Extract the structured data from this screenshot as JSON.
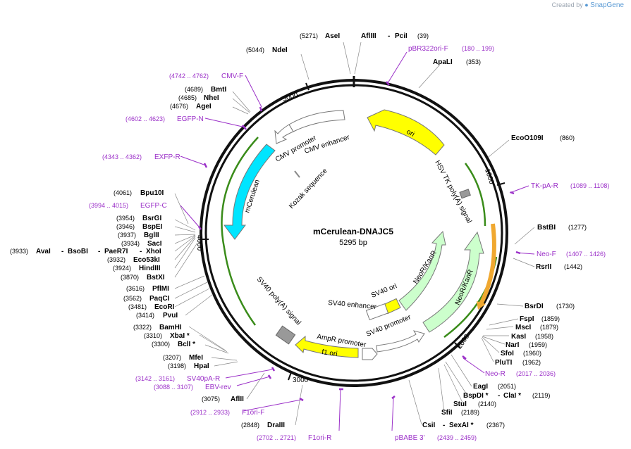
{
  "brand": {
    "created_by": "Created by",
    "logo": "҆",
    "name": "SnapGene"
  },
  "plasmid": {
    "name": "mCerulean-DNAJC5",
    "length": "5295 bp"
  },
  "ticks": {
    "t1000": "1000",
    "t2000": "2000",
    "t3000": "3000",
    "t4000": "4000",
    "t5000": "5000"
  },
  "sites": {
    "asei": {
      "pos": "(5271)",
      "name": "AseI"
    },
    "afliii": {
      "name": "AflIII",
      "sep": "-",
      "name2": "PciI",
      "pos": "(39)"
    },
    "ndei": {
      "pos": "(5044)",
      "name": "NdeI"
    },
    "apali": {
      "name": "ApaLI",
      "pos": "(353)"
    },
    "bmti": {
      "pos": "(4689)",
      "name": "BmtI"
    },
    "nhei": {
      "pos": "(4685)",
      "name": "NheI"
    },
    "agei": {
      "pos": "(4676)",
      "name": "AgeI"
    },
    "eco109": {
      "name": "EcoO109I",
      "pos": "(860)"
    },
    "bpu10i": {
      "pos": "(4061)",
      "name": "Bpu10I"
    },
    "bsrgi": {
      "pos": "(3954)",
      "name": "BsrGI"
    },
    "bspei": {
      "pos": "(3946)",
      "name": "BspEI"
    },
    "bglii": {
      "pos": "(3937)",
      "name": "BglII"
    },
    "saci": {
      "pos": "(3934)",
      "name": "SacI"
    },
    "avai": {
      "pos": "(3933)",
      "name": "AvaI",
      "s1": "-",
      "name2": "BsoBI",
      "s2": "-",
      "name3": "PaeR7I",
      "s3": "-",
      "name4": "XhoI"
    },
    "eco53": {
      "pos": "(3932)",
      "name": "Eco53kI"
    },
    "hindiii": {
      "pos": "(3924)",
      "name": "HindIII"
    },
    "bstxi": {
      "pos": "(3870)",
      "name": "BstXI"
    },
    "bstbi": {
      "name": "BstBI",
      "pos": "(1277)"
    },
    "rsrii": {
      "name": "RsrII",
      "pos": "(1442)"
    },
    "pflmi": {
      "pos": "(3616)",
      "name": "PflMI"
    },
    "paqci": {
      "pos": "(3562)",
      "name": "PaqCI"
    },
    "ecori": {
      "pos": "(3481)",
      "name": "EcoRI"
    },
    "pvui": {
      "pos": "(3414)",
      "name": "PvuI"
    },
    "bsrdi": {
      "name": "BsrDI",
      "pos": "(1730)"
    },
    "fspi": {
      "name": "FspI",
      "pos": "(1859)"
    },
    "msci": {
      "name": "MscI",
      "pos": "(1879)"
    },
    "kasi": {
      "name": "KasI",
      "pos": "(1958)"
    },
    "nari": {
      "name": "NarI",
      "pos": "(1959)"
    },
    "sfoi": {
      "name": "SfoI",
      "pos": "(1960)"
    },
    "pluti": {
      "name": "PluTI",
      "pos": "(1962)"
    },
    "bamhi": {
      "pos": "(3322)",
      "name": "BamHI"
    },
    "xbai": {
      "pos": "(3310)",
      "name": "XbaI *"
    },
    "bcli": {
      "pos": "(3300)",
      "name": "BclI *"
    },
    "mfei": {
      "pos": "(3207)",
      "name": "MfeI"
    },
    "hpai": {
      "pos": "(3198)",
      "name": "HpaI"
    },
    "eagi": {
      "name": "EagI",
      "pos": "(2051)"
    },
    "bspdi": {
      "name": "BspDI *",
      "sep": "-",
      "name2": "ClaI *",
      "pos": "(2119)"
    },
    "stui": {
      "name": "StuI",
      "pos": "(2140)"
    },
    "sfii": {
      "name": "SfiI",
      "pos": "(2189)"
    },
    "afili": {
      "pos": "(3075)",
      "name": "AflII"
    },
    "draiii": {
      "pos": "(2848)",
      "name": "DraIII"
    },
    "csii": {
      "name": "CsiI",
      "sep": "-",
      "name2": "SexAI *",
      "pos": "(2367)"
    }
  },
  "primers": {
    "pbr322": {
      "name": "pBR322ori-F",
      "range": "(180 .. 199)"
    },
    "cmvf": {
      "range": "(4742 .. 4762)",
      "name": "CMV-F"
    },
    "egfpn": {
      "range": "(4602 .. 4623)",
      "name": "EGFP-N"
    },
    "exfpr": {
      "range": "(4343 .. 4362)",
      "name": "EXFP-R"
    },
    "tkpar": {
      "name": "TK-pA-R",
      "range": "(1089 .. 1108)"
    },
    "egfpc": {
      "range": "(3994 .. 4015)",
      "name": "EGFP-C"
    },
    "neof": {
      "name": "Neo-F",
      "range": "(1407 .. 1426)"
    },
    "neor": {
      "name": "Neo-R",
      "range": "(2017 .. 2036)"
    },
    "sv40par": {
      "range": "(3142 .. 3161)",
      "name": "SV40pA-R"
    },
    "ebvrev": {
      "range": "(3088 .. 3107)",
      "name": "EBV-rev"
    },
    "f1orif": {
      "range": "(2912 .. 2933)",
      "name": "F1ori-F"
    },
    "f1orir": {
      "range": "(2702 .. 2721)",
      "name": "F1ori-R"
    },
    "pbabe": {
      "name": "pBABE 3'",
      "range": "(2439 .. 2459)"
    }
  },
  "features": {
    "ori": "ori",
    "cmv_promoter": "CMV promoter",
    "cmv_enhancer": "CMV enhancer",
    "kozak": "Kozak sequence",
    "mcerulean": "mCerulean",
    "hsv_tk": "HSV TK poly(A) signal",
    "neo1": "NeoR/KanR",
    "neo2": "NeoR/KanR",
    "sv40_ori": "SV40 ori",
    "sv40_enhancer": "SV40 enhancer",
    "sv40_promoter": "SV40 promoter",
    "sv40_polya": "SV40 poly(A) signal",
    "ampr_promoter": "AmpR promoter",
    "f1_ori": "f1 ori"
  },
  "colors": {
    "ori": "#ffff00",
    "mcerulean": "#00e5ff",
    "neo": "#ccffcc",
    "hsv": "#999999",
    "green_line": "#3a8c1a",
    "orange": "#f0a830",
    "primer": "#9b30c8"
  }
}
